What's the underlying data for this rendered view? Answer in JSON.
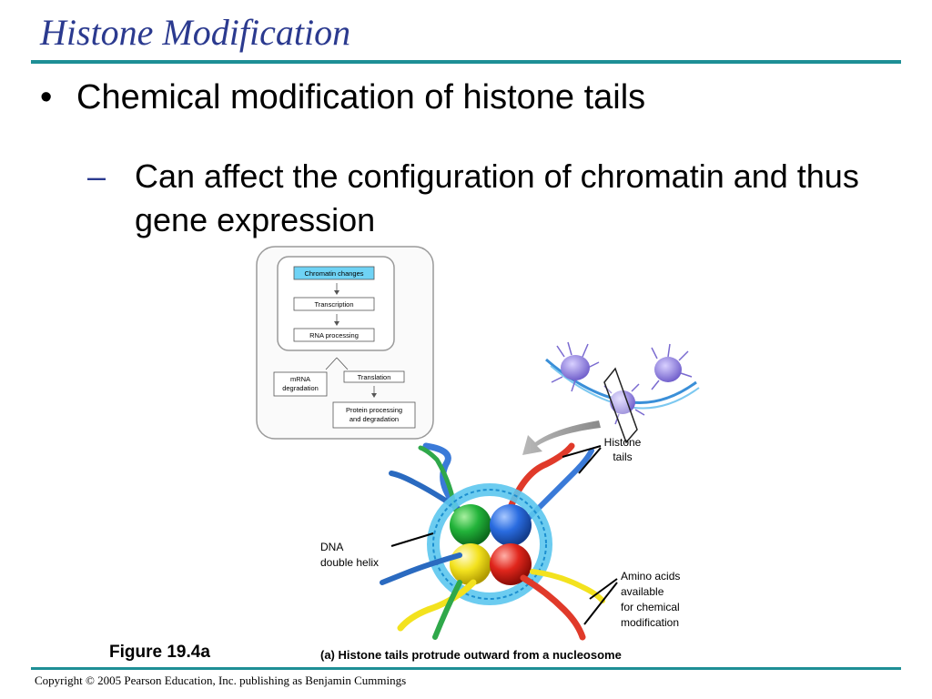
{
  "slide": {
    "title": "Histone Modification",
    "bullet": "Chemical modification of histone tails",
    "sub_bullet": "Can affect the configuration of chromatin and thus gene expression",
    "figure_label": "Figure 19.4a",
    "figure_caption": "(a) Histone tails protrude outward from a nucleosome",
    "copyright": "Copyright © 2005 Pearson Education, Inc. publishing as Benjamin Cummings"
  },
  "flowchart": {
    "chromatin": "Chromatin changes",
    "transcription": "Transcription",
    "rna_processing": "RNA processing",
    "mrna_line1": "mRNA",
    "mrna_line2": "degradation",
    "translation": "Translation",
    "protein_line1": "Protein processing",
    "protein_line2": "and degradation"
  },
  "labels": {
    "histone_1": "Histone",
    "histone_2": "tails",
    "dna_1": "DNA",
    "dna_2": "double helix",
    "amino_1": "Amino acids",
    "amino_2": "available",
    "amino_3": "for chemical",
    "amino_4": "modification"
  },
  "colors": {
    "accent": "#1e8f96",
    "title": "#2b3a8f",
    "highlight_box": "#6fd3f5"
  }
}
